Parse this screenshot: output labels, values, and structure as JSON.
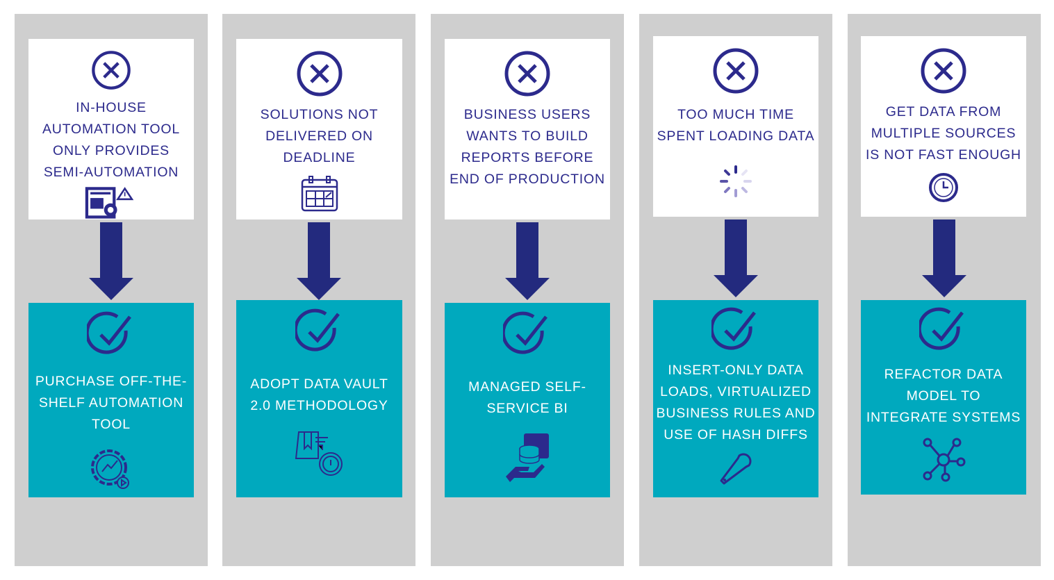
{
  "colors": {
    "background_column": "#cfcfcf",
    "problem_box": "#ffffff",
    "solution_box": "#00a9be",
    "navy": "#2c2a8c",
    "arrow": "#232a7e"
  },
  "columns": [
    {
      "problem": {
        "icon": "x-circle-icon",
        "text": "IN-HOUSE AUTOMATION TOOL ONLY PROVIDES SEMI-AUTOMATION",
        "detail_icon": "automation-warning-icon"
      },
      "solution": {
        "icon": "check-circle-icon",
        "text": "PURCHASE OFF-THE-SHELF AUTOMATION TOOL",
        "detail_icon": "gear-growth-icon"
      }
    },
    {
      "problem": {
        "icon": "x-circle-icon",
        "text": "SOLUTIONS NOT DELIVERED ON DEADLINE",
        "detail_icon": "calendar-icon"
      },
      "solution": {
        "icon": "check-circle-icon",
        "text": "ADOPT DATA VAULT 2.0 METHODOLOGY",
        "detail_icon": "delivery-stopwatch-icon"
      }
    },
    {
      "problem": {
        "icon": "x-circle-icon",
        "text": "BUSINESS USERS WANTS TO BUILD REPORTS BEFORE END OF PRODUCTION",
        "detail_icon": ""
      },
      "solution": {
        "icon": "check-circle-icon",
        "text": "MANAGED SELF-SERVICE BI",
        "detail_icon": "database-hand-icon"
      }
    },
    {
      "problem": {
        "icon": "x-circle-icon",
        "text": "TOO MUCH TIME SPENT LOADING DATA",
        "detail_icon": "loading-spinner-icon"
      },
      "solution": {
        "icon": "check-circle-icon",
        "text": "INSERT-ONLY DATA LOADS, VIRTUALIZED BUSINESS RULES AND USE OF HASH DIFFS",
        "detail_icon": "wrench-icon"
      }
    },
    {
      "problem": {
        "icon": "x-circle-icon",
        "text": "GET DATA FROM MULTIPLE SOURCES IS NOT FAST ENOUGH",
        "detail_icon": "clock-icon"
      },
      "solution": {
        "icon": "check-circle-icon",
        "text": "REFACTOR DATA MODEL TO INTEGRATE SYSTEMS",
        "detail_icon": "network-hub-icon"
      }
    }
  ]
}
